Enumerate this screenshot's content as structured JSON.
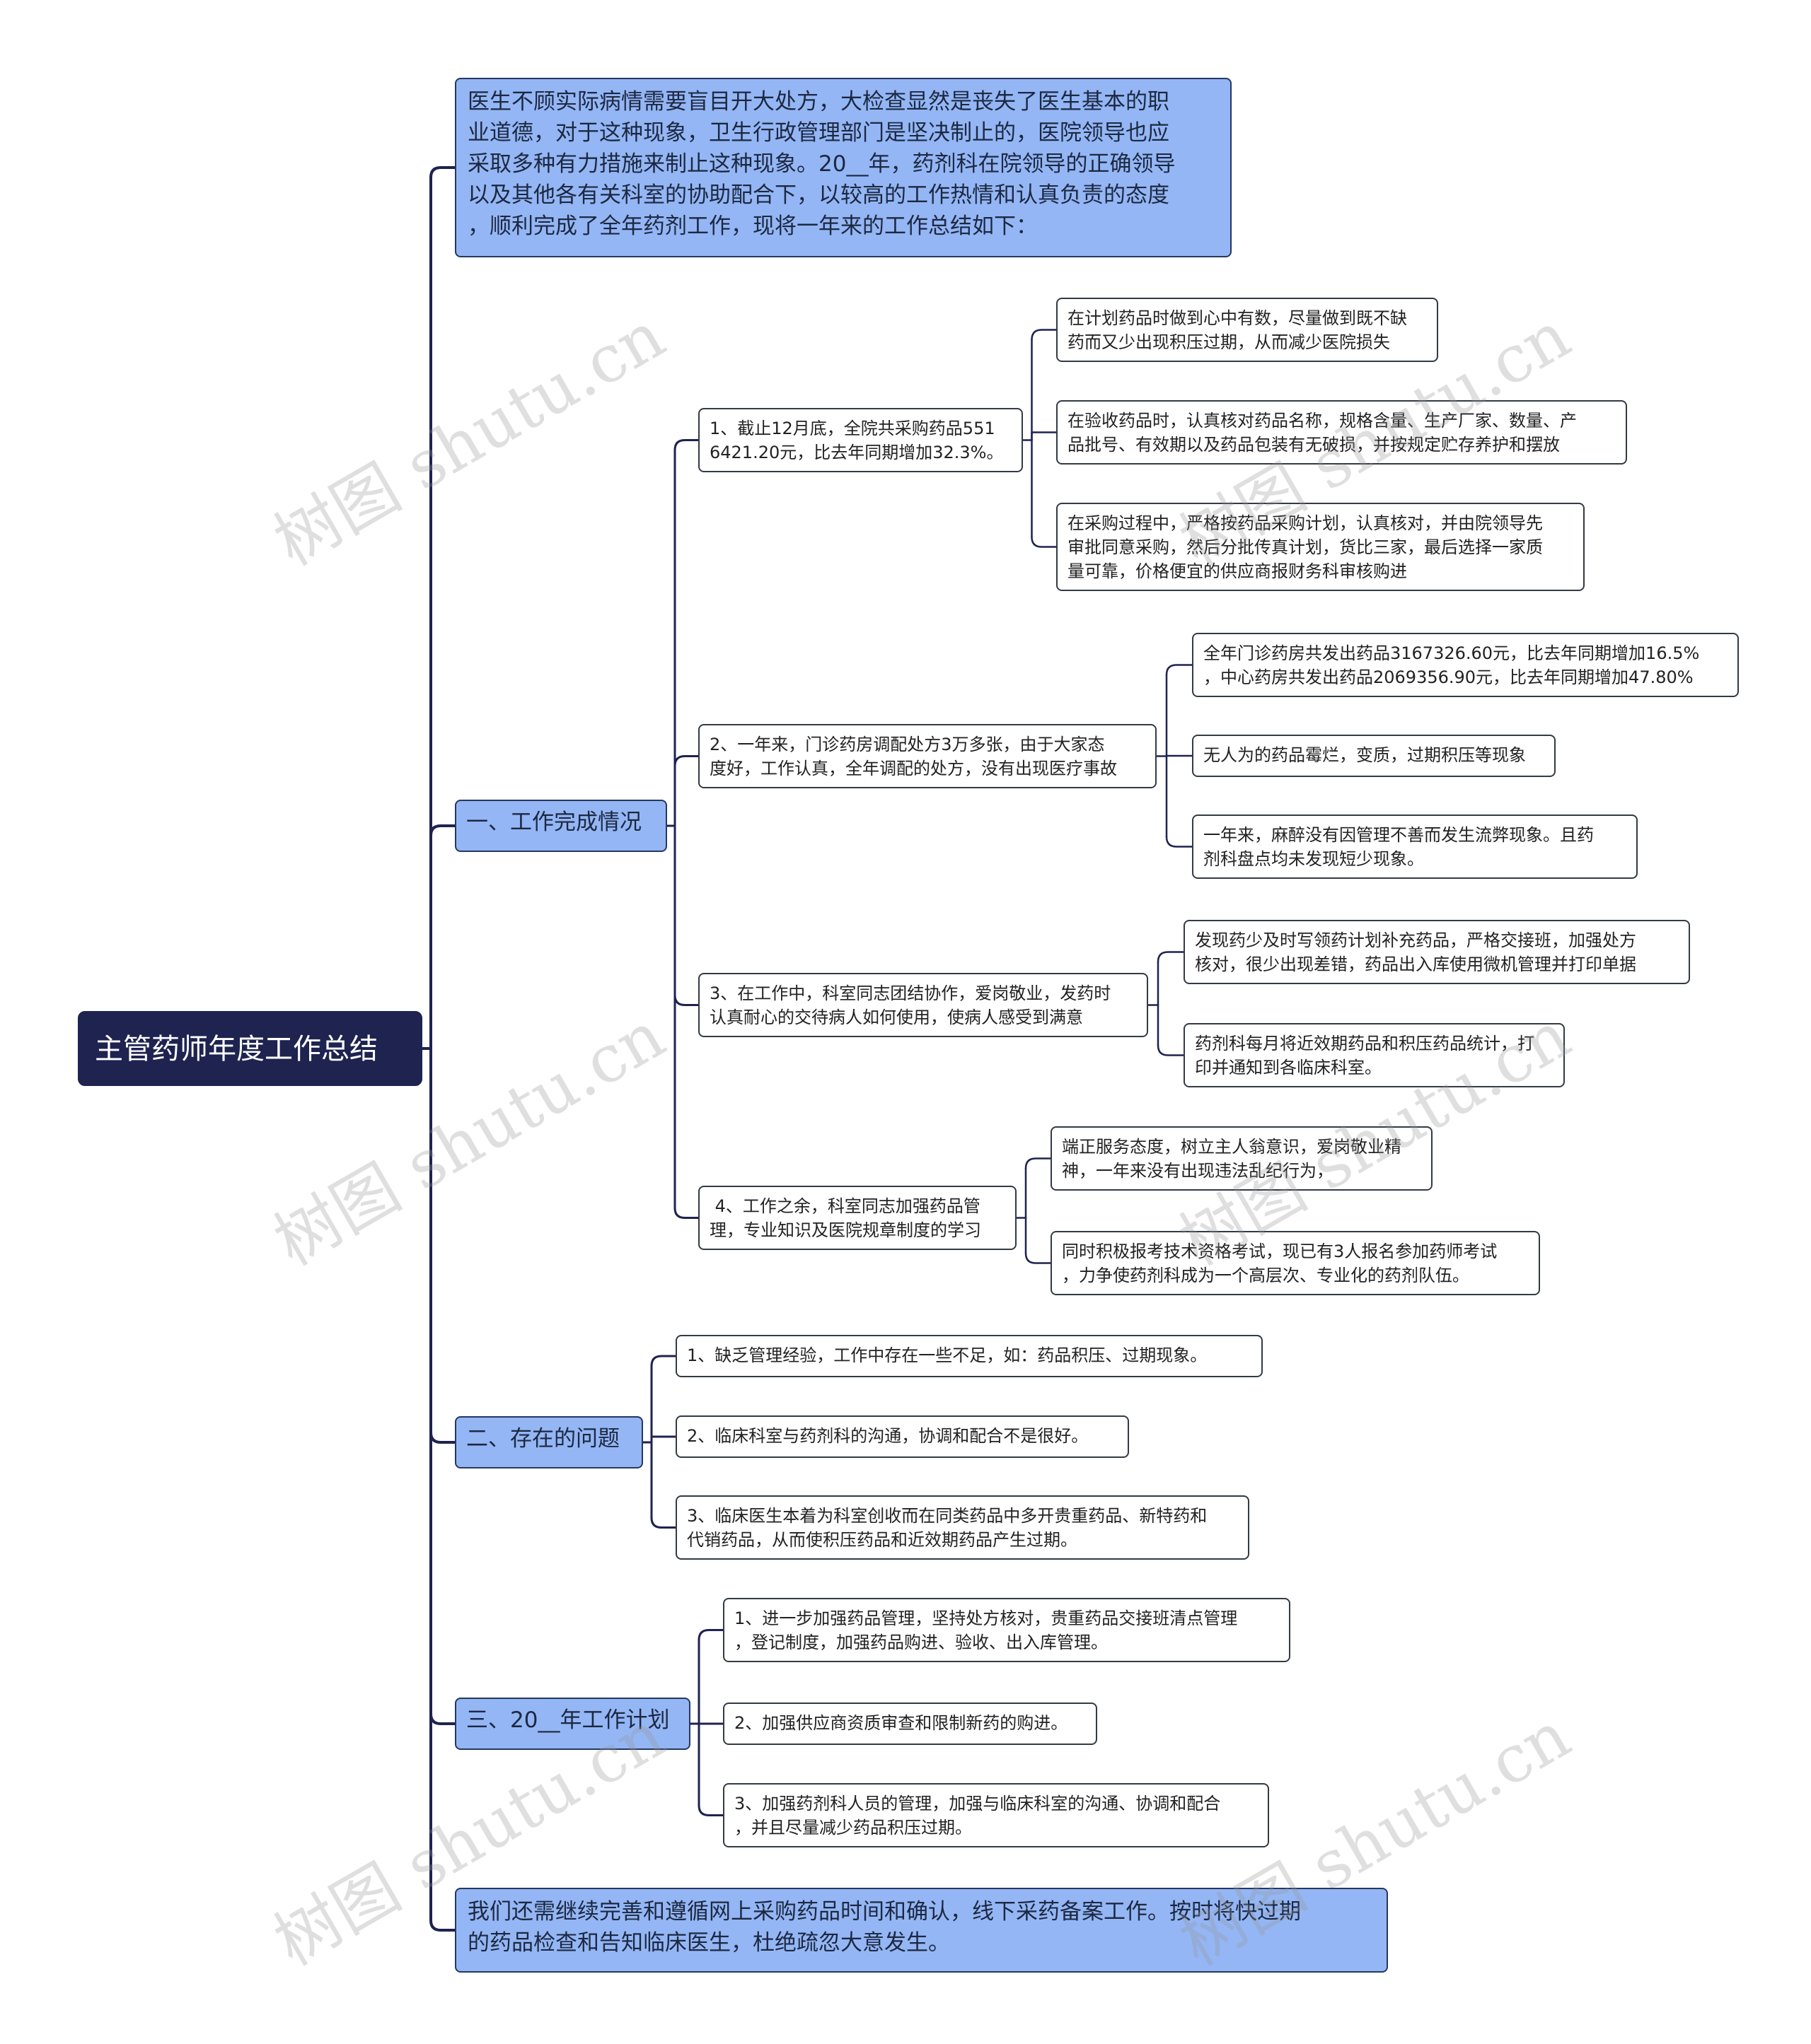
{
  "colors": {
    "root_bg": "#1e2350",
    "topic_bg": "#94b6f4",
    "line": "#1e2350"
  },
  "watermark": "树图 shutu.cn",
  "root": {
    "title": "主管药师年度工作总结"
  },
  "intro": "医生不顾实际病情需要盲目开大处方，大检查显然是丧失了医生基本的职\n业道德，对于这种现象，卫生行政管理部门是坚决制止的，医院领导也应\n采取多种有力措施来制止这种现象。20__年，药剂科在院领导的正确领导\n以及其他各有关科室的协助配合下，以较高的工作热情和认真负责的态度\n，顺利完成了全年药剂工作，现将一年来的工作总结如下：",
  "section1": {
    "title": "一、工作完成情况",
    "items": [
      {
        "text": "1、截止12月底，全院共采购药品551\n6421.20元，比去年同期增加32.3%。",
        "children": [
          "在计划药品时做到心中有数，尽量做到既不缺\n药而又少出现积压过期，从而减少医院损失",
          "在验收药品时，认真核对药品名称，规格含量、生产厂家、数量、产\n品批号、有效期以及药品包装有无破损，并按规定贮存养护和摆放",
          "在采购过程中，严格按药品采购计划，认真核对，并由院领导先\n审批同意采购，然后分批传真计划，货比三家，最后选择一家质\n量可靠，价格便宜的供应商报财务科审核购进"
        ]
      },
      {
        "text": "2、一年来，门诊药房调配处方3万多张，由于大家态\n度好，工作认真，全年调配的处方，没有出现医疗事故",
        "children": [
          "全年门诊药房共发出药品3167326.60元，比去年同期增加16.5%\n，中心药房共发出药品2069356.90元，比去年同期增加47.80%",
          "无人为的药品霉烂，变质，过期积压等现象",
          "一年来，麻醉没有因管理不善而发生流弊现象。且药\n剂科盘点均未发现短少现象。"
        ]
      },
      {
        "text": "3、在工作中，科室同志团结协作，爱岗敬业，发药时\n认真耐心的交待病人如何使用，使病人感受到满意",
        "children": [
          "发现药少及时写领药计划补充药品，严格交接班，加强处方\n核对，很少出现差错，药品出入库使用微机管理并打印单据",
          "药剂科每月将近效期药品和积压药品统计，打\n印并通知到各临床科室。"
        ]
      },
      {
        "text": " 4、工作之余，科室同志加强药品管\n理，专业知识及医院规章制度的学习",
        "children": [
          "端正服务态度，树立主人翁意识，爱岗敬业精\n神，一年来没有出现违法乱纪行为，",
          "同时积极报考技术资格考试，现已有3人报名参加药师考试\n，力争使药剂科成为一个高层次、专业化的药剂队伍。"
        ]
      }
    ]
  },
  "section2": {
    "title": "二、存在的问题",
    "items": [
      "1、缺乏管理经验，工作中存在一些不足，如：药品积压、过期现象。",
      "2、临床科室与药剂科的沟通，协调和配合不是很好。",
      "3、临床医生本着为科室创收而在同类药品中多开贵重药品、新特药和\n代销药品，从而使积压药品和近效期药品产生过期。"
    ]
  },
  "section3": {
    "title": "三、20__年工作计划",
    "items": [
      "1、进一步加强药品管理，坚持处方核对，贵重药品交接班清点管理\n，登记制度，加强药品购进、验收、出入库管理。",
      "2、加强供应商资质审查和限制新药的购进。",
      "3、加强药剂科人员的管理，加强与临床科室的沟通、协调和配合\n，并且尽量减少药品积压过期。"
    ]
  },
  "closing": "我们还需继续完善和遵循网上采购药品时间和确认，线下采药备案工作。按时将快过期\n的药品检查和告知临床医生，杜绝疏忽大意发生。"
}
